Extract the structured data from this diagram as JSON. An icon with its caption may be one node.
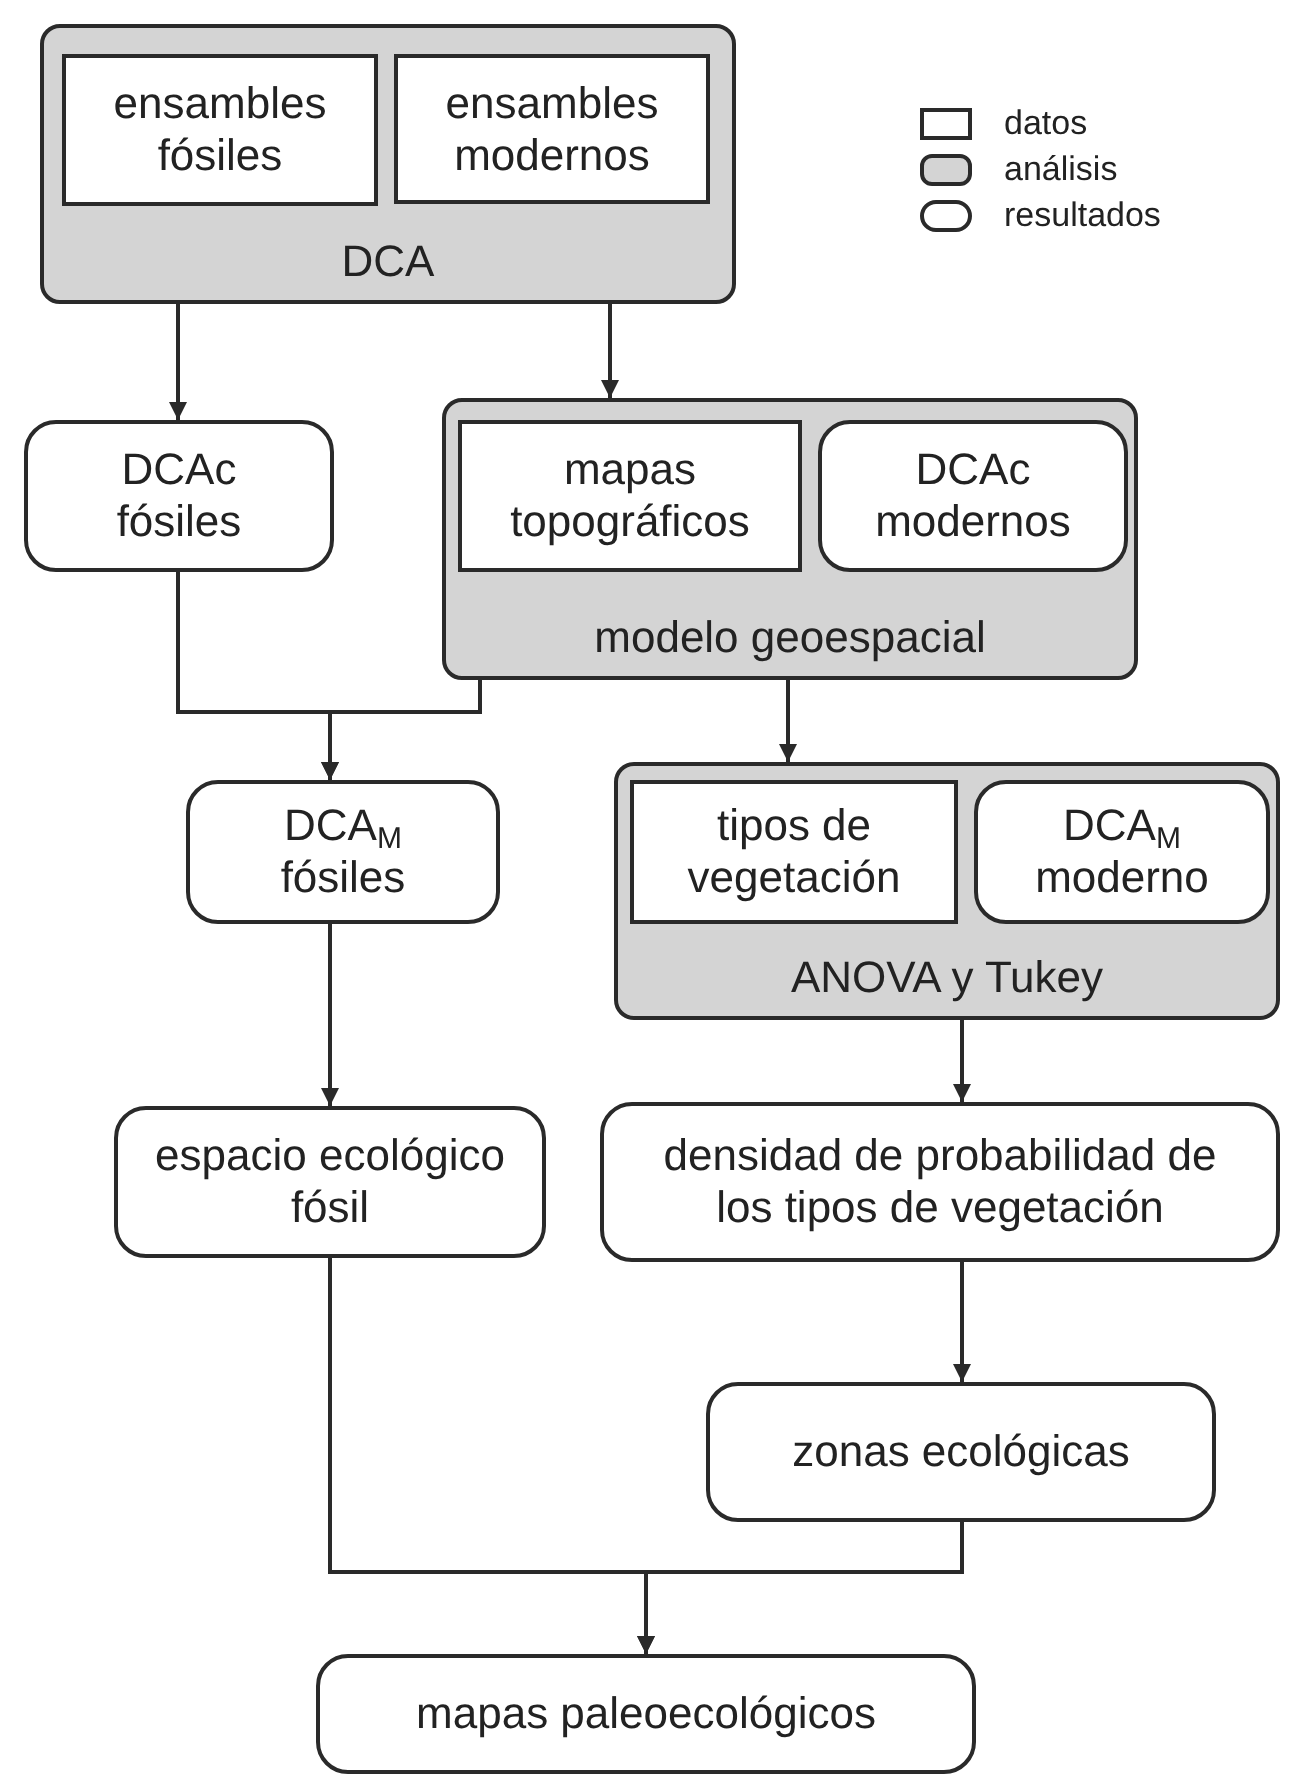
{
  "diagram": {
    "nodes": [
      {
        "text": [
          "DCA"
        ]
      },
      {
        "text": [
          "ensambles fósiles"
        ],
        "in": 0
      },
      {
        "text": [
          "ensambles modernos"
        ],
        "in": 0
      },
      {
        "text": [
          "DCAc fósiles"
        ]
      },
      {
        "text": [
          "modelo geoespacial"
        ]
      },
      {
        "text": [
          "mapas topográficos"
        ],
        "in": 4
      },
      {
        "text": [
          "DCAc modernos"
        ],
        "in": 4
      },
      {
        "text": [
          "DCA$_{M}$ fósiles"
        ]
      },
      {
        "text": [
          "ANOVA y Tukey"
        ]
      },
      {
        "text": [
          "tipos de vegetación"
        ],
        "in": 8
      },
      {
        "text": [
          "DCA$_{M}$ moderno"
        ],
        "in": 8
      },
      {
        "text": [
          "espacio ecológico fósil"
        ]
      },
      {
        "text": [
          "densidad de probabilidad de los tipos de vegetación"
        ]
      },
      {
        "text": [
          "zonas ecológicas"
        ]
      },
      {
        "text": [
          "mapas paleoecológicos"
        ]
      }
    ],
    "edges": [
      {
        "from": 0,
        "to": 3,
        "arrow": "to"
      },
      {
        "from": 0,
        "to": 4,
        "arrow": "to"
      },
      {
        "from": 3,
        "to": 7,
        "arrow": "to"
      },
      {
        "from": 4,
        "to": 7,
        "arrow": "to"
      },
      {
        "from": 4,
        "to": 8,
        "arrow": "to"
      },
      {
        "from": 7,
        "to": 11,
        "arrow": "to"
      },
      {
        "from": 8,
        "to": 12,
        "arrow": "to"
      },
      {
        "from": 11,
        "to": 14,
        "arrow": "to"
      },
      {
        "from": 12,
        "to": 13,
        "arrow": "to"
      },
      {
        "from": 13,
        "to": 14,
        "arrow": "to"
      }
    ],
    "legend": [
      {
        "text": "datos"
      },
      {
        "text": "análisis"
      },
      {
        "text": "resultados"
      }
    ]
  }
}
